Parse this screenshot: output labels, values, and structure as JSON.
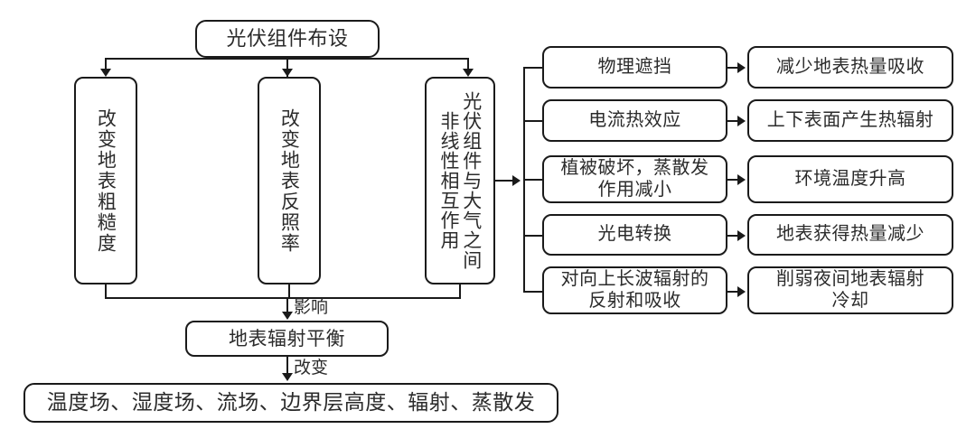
{
  "diagram": {
    "title_node": "光伏组件布设",
    "primary_effects": [
      "改变地表粗糙度",
      "改变地表反照率",
      "光伏组件与大气之间非线性相互作用"
    ],
    "mechanisms": [
      "物理遮挡",
      "电流热效应",
      "植被破坏，蒸散发\n作用减小",
      "光电转换",
      "对向上长波辐射的\n反射和吸收"
    ],
    "outcomes": [
      "减少地表热量吸收",
      "上下表面产生热辐射",
      "环境温度升高",
      "地表获得热量减少",
      "削弱夜间地表辐射\n冷却"
    ],
    "edge_labels": {
      "influence": "影响",
      "change": "改变"
    },
    "balance_node": "地表辐射平衡",
    "outcome_node": "温度场、湿度场、流场、边界层高度、辐射、蒸散发",
    "colors": {
      "stroke": "#1a1a1a",
      "text": "#2b2b2b",
      "background": "#ffffff"
    }
  }
}
